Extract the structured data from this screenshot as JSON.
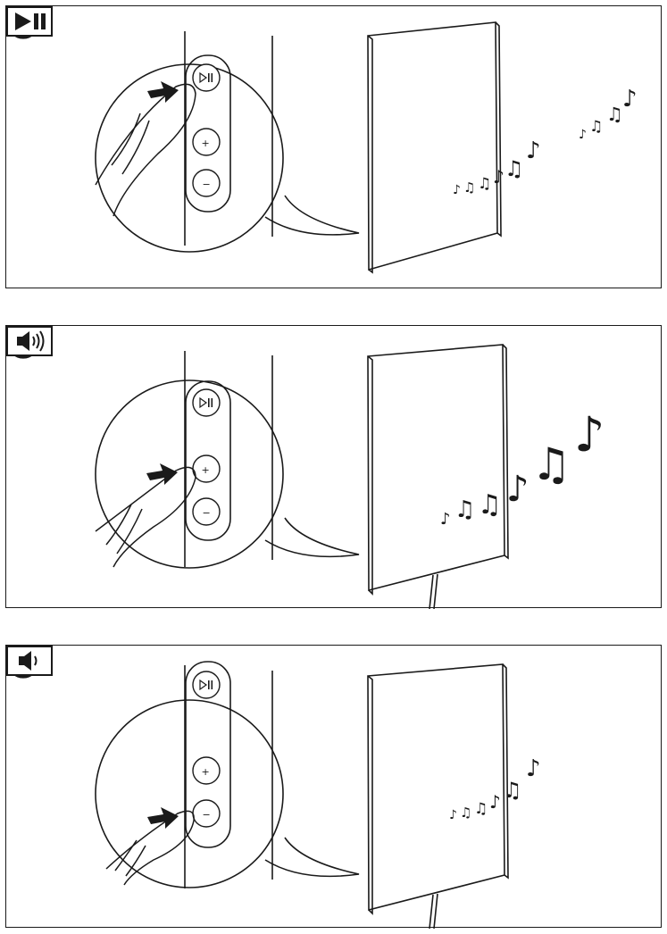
{
  "panels": [
    {
      "id": "play-pause",
      "pressed_button": "play-pause-button",
      "mode_icon": "play-pause-icon",
      "buttons": [
        "play-pause-button",
        "volume-up-button",
        "volume-down-button"
      ],
      "notes_icon": "music-notes-icon",
      "has_cable": false
    },
    {
      "id": "volume-up",
      "pressed_button": "volume-up-button",
      "mode_icon": "speaker-loud-icon",
      "buttons": [
        "play-pause-button",
        "volume-up-button",
        "volume-down-button"
      ],
      "notes_icon": "music-notes-icon",
      "has_cable": true
    },
    {
      "id": "volume-down",
      "pressed_button": "volume-down-button",
      "mode_icon": "speaker-quiet-icon",
      "buttons": [
        "play-pause-button",
        "volume-up-button",
        "volume-down-button"
      ],
      "notes_icon": "music-notes-icon",
      "has_cable": true
    }
  ],
  "colors": {
    "line": "#1a1a1a",
    "background": "#ffffff"
  }
}
